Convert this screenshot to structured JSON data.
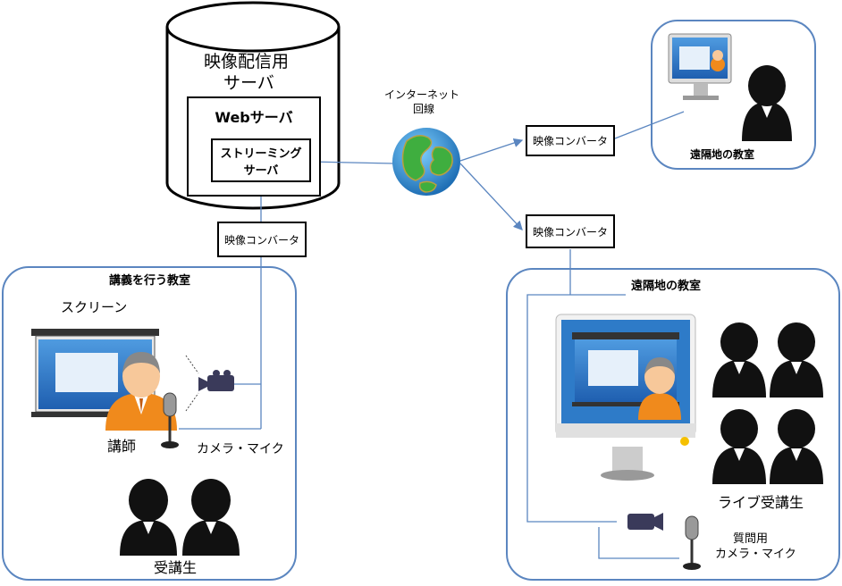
{
  "server": {
    "title_line1": "映像配信用",
    "title_line2": "サーバ",
    "web_server": "Webサーバ",
    "streaming_line1": "ストリーミング",
    "streaming_line2": "サーバ"
  },
  "internet": {
    "line1": "インターネット",
    "line2": "回線"
  },
  "converters": {
    "top_right": "映像コンバータ",
    "middle_right": "映像コンバータ",
    "left": "映像コンバータ"
  },
  "rooms": {
    "lecture": {
      "title": "講義を行う教室",
      "screen": "スクリーン",
      "teacher": "講師",
      "camera_mic": "カメラ・マイク",
      "students": "受講生"
    },
    "remote_small": {
      "title": "遠隔地の教室"
    },
    "remote_large": {
      "title": "遠隔地の教室",
      "live_students": "ライブ受講生",
      "question_line1": "質問用",
      "question_line2": "カメラ・マイク"
    }
  },
  "colors": {
    "line": "#5b86c0",
    "room_border": "#5b86c0",
    "suit": "#111111",
    "teacher_orange": "#f08a1c",
    "screen_blue": "#2f6fc0"
  }
}
